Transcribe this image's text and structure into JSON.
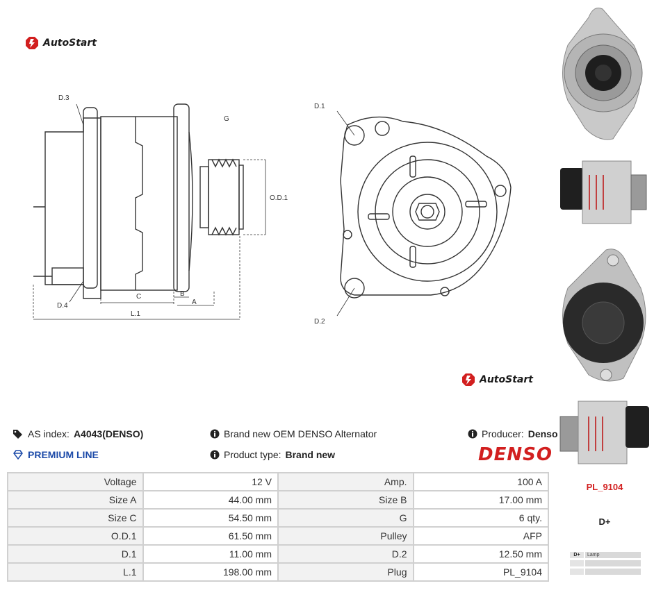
{
  "brand": {
    "logo_text": "AutoStart"
  },
  "drawing": {
    "labels": {
      "d3": "D.3",
      "d4": "D.4",
      "g": "G",
      "od1": "O.D.1",
      "c": "C",
      "b": "B",
      "a": "A",
      "l1": "L.1",
      "d1": "D.1",
      "d2": "D.2"
    }
  },
  "info": {
    "as_index_label": "AS index:",
    "as_index_value": "A4043(DENSO)",
    "premium": "PREMIUM LINE",
    "description": "Brand new OEM DENSO Alternator",
    "product_type_label": "Product type:",
    "product_type_value": "Brand new",
    "producer_label": "Producer:",
    "producer_value": "Denso",
    "producer_logo": "DENSO"
  },
  "specs": [
    {
      "l1": "Voltage",
      "v1": "12 V",
      "l2": "Amp.",
      "v2": "100 A"
    },
    {
      "l1": "Size A",
      "v1": "44.00 mm",
      "l2": "Size B",
      "v2": "17.00 mm"
    },
    {
      "l1": "Size C",
      "v1": "54.50 mm",
      "l2": "G",
      "v2": "6 qty."
    },
    {
      "l1": "O.D.1",
      "v1": "61.50 mm",
      "l2": "Pulley",
      "v2": "AFP"
    },
    {
      "l1": "D.1",
      "v1": "11.00 mm",
      "l2": "D.2",
      "v2": "12.50 mm"
    },
    {
      "l1": "L.1",
      "v1": "198.00 mm",
      "l2": "Plug",
      "v2": "PL_9104"
    }
  ],
  "sidebar": {
    "plug_code": "PL_9104",
    "terminal": "D+",
    "pin_rows": [
      {
        "pin": "D+",
        "name": "Lamp"
      },
      {
        "pin": "",
        "name": ""
      },
      {
        "pin": "",
        "name": ""
      }
    ]
  },
  "colors": {
    "brand_red": "#d21f1f",
    "premium_blue": "#1c4aa8",
    "table_border": "#d0d0d0",
    "label_bg": "#f2f2f2"
  },
  "icons": [
    "autostart-logo-icon",
    "tags-icon",
    "gem-icon",
    "info-circle-icon"
  ]
}
